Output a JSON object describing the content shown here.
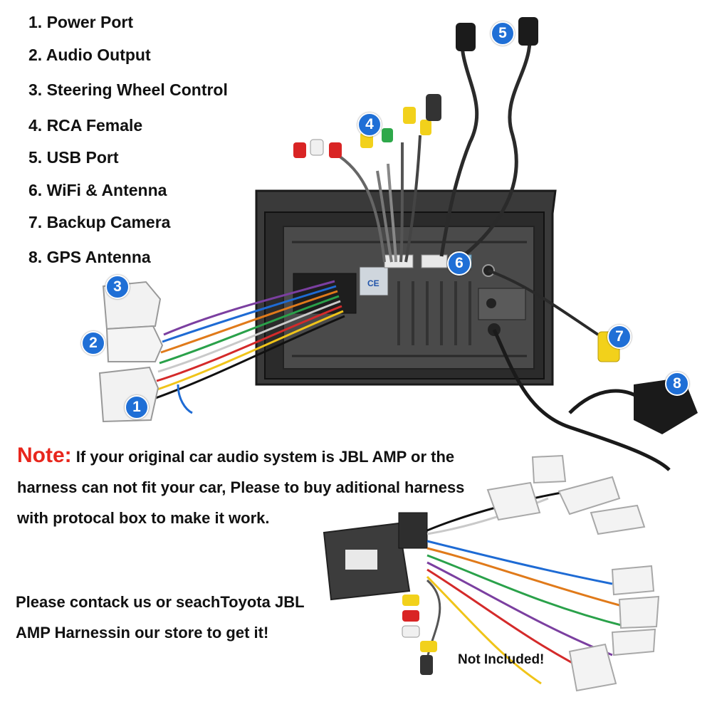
{
  "legend": {
    "items": [
      "1. Power Port",
      "2. Audio Output",
      "3. Steering Wheel Control",
      "4. RCA Female",
      "5. USB Port",
      "6. WiFi & Antenna",
      "7. Backup Camera",
      "8. GPS Antenna"
    ]
  },
  "badges": [
    "1",
    "2",
    "3",
    "4",
    "5",
    "6",
    "7",
    "8"
  ],
  "unit_marks": {
    "ce": "CE"
  },
  "note": {
    "label": "Note:",
    "text": " If your original car audio system is JBL AMP or the harness can not fit your car, Please to buy aditional harness with protocal box to make it work."
  },
  "contact": {
    "text": "Please contack us or seachToyota JBL AMP Harnessin our store to get it!"
  },
  "harness_caption": "Not Included!",
  "colors": {
    "badge": "#1f6fd6",
    "note_label": "#e8261c",
    "text": "#111111"
  }
}
